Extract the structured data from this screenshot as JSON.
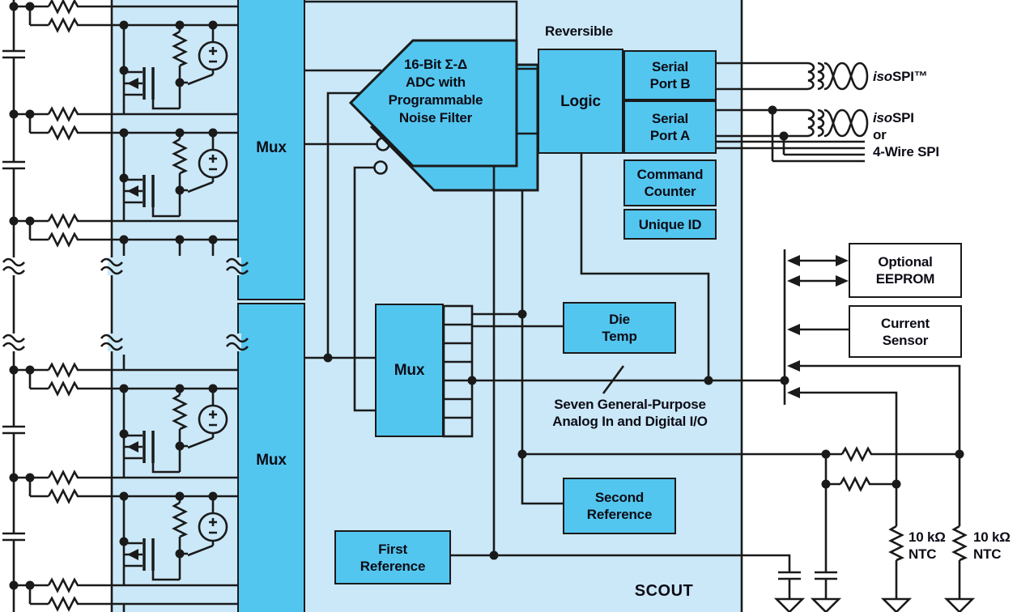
{
  "diagram": {
    "blocks": {
      "mux_top": "Mux",
      "mux_bottom": "Mux",
      "mux_center": "Mux",
      "adc": {
        "l1": "16-Bit Σ-Δ",
        "l2": "ADC with",
        "l3": "Programmable",
        "l4": "Noise Filter"
      },
      "logic": "Logic",
      "serial_port_b": {
        "l1": "Serial",
        "l2": "Port B"
      },
      "serial_port_a": {
        "l1": "Serial",
        "l2": "Port A"
      },
      "command_counter": {
        "l1": "Command",
        "l2": "Counter"
      },
      "unique_id": "Unique ID",
      "die_temp": {
        "l1": "Die",
        "l2": "Temp"
      },
      "second_reference": {
        "l1": "Second",
        "l2": "Reference"
      },
      "first_reference": {
        "l1": "First",
        "l2": "Reference"
      },
      "optional_eeprom": {
        "l1": "Optional",
        "l2": "EEPROM"
      },
      "current_sensor": {
        "l1": "Current",
        "l2": "Sensor"
      }
    },
    "labels": {
      "reversible": "Reversible",
      "isospi_port_b": {
        "pre": "iso",
        "rest": "SPI™"
      },
      "isospi_port_a": {
        "pre": "iso",
        "rest": "SPI"
      },
      "or": "or",
      "four_wire_spi": "4-Wire SPI",
      "gpio": {
        "l1": "Seven General-Purpose",
        "l2": "Analog In and Digital I/O"
      },
      "ntc_left": {
        "l1": "10 kΩ",
        "l2": "NTC"
      },
      "ntc_right": {
        "l1": "10 kΩ",
        "l2": "NTC"
      },
      "scout": "SCOUT"
    },
    "colors": {
      "block_blue": "#53c6ef",
      "panel_blue": "#cbe8f8",
      "wire": "#1a1a1a",
      "text": "#0c0c16",
      "box_bg": "#ffffff"
    }
  }
}
